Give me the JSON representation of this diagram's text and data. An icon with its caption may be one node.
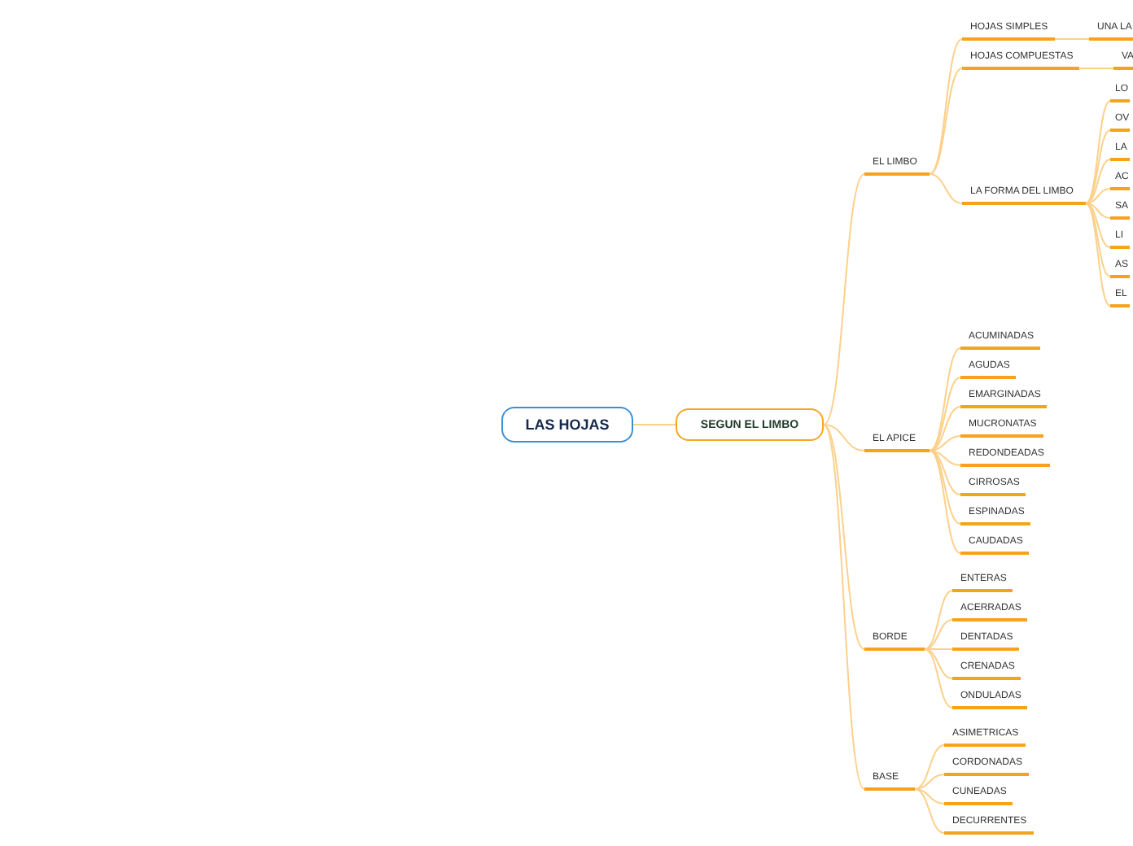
{
  "diagram": {
    "nodes": [
      {
        "text": [
          "LAS HOJAS"
        ]
      },
      {
        "text": [
          "SEGUN EL LIMBO"
        ]
      },
      {
        "text": [
          "EL LIMBO"
        ]
      },
      {
        "text": [
          "HOJAS SIMPLES"
        ]
      },
      {
        "text": [
          "UNA LA"
        ]
      },
      {
        "text": [
          "HOJAS COMPUESTAS"
        ]
      },
      {
        "text": [
          "VA"
        ]
      },
      {
        "text": [
          "LA FORMA DEL LIMBO"
        ]
      },
      {
        "text": [
          "LO"
        ]
      },
      {
        "text": [
          "OV"
        ]
      },
      {
        "text": [
          "LA"
        ]
      },
      {
        "text": [
          "AC"
        ]
      },
      {
        "text": [
          "SA"
        ]
      },
      {
        "text": [
          "LI"
        ]
      },
      {
        "text": [
          "AS"
        ]
      },
      {
        "text": [
          "EL"
        ]
      },
      {
        "text": [
          "EL APICE"
        ]
      },
      {
        "text": [
          "ACUMINADAS"
        ]
      },
      {
        "text": [
          "AGUDAS"
        ]
      },
      {
        "text": [
          "EMARGINADAS"
        ]
      },
      {
        "text": [
          "MUCRONATAS"
        ]
      },
      {
        "text": [
          "REDONDEADAS"
        ]
      },
      {
        "text": [
          "CIRROSAS"
        ]
      },
      {
        "text": [
          "ESPINADAS"
        ]
      },
      {
        "text": [
          "CAUDADAS"
        ]
      },
      {
        "text": [
          "BORDE"
        ]
      },
      {
        "text": [
          "ENTERAS"
        ]
      },
      {
        "text": [
          "ACERRADAS"
        ]
      },
      {
        "text": [
          "DENTADAS"
        ]
      },
      {
        "text": [
          "CRENADAS"
        ]
      },
      {
        "text": [
          "ONDULADAS"
        ]
      },
      {
        "text": [
          "BASE"
        ]
      },
      {
        "text": [
          "ASIMETRICAS"
        ]
      },
      {
        "text": [
          "CORDONADAS"
        ]
      },
      {
        "text": [
          "CUNEADAS"
        ]
      },
      {
        "text": [
          "DECURRENTES"
        ]
      }
    ],
    "edges": [
      {
        "from": 0,
        "to": 1,
        "arrow": "none"
      },
      {
        "from": 1,
        "to": 2,
        "arrow": "none"
      },
      {
        "from": 2,
        "to": 3,
        "arrow": "none"
      },
      {
        "from": 3,
        "to": 4,
        "arrow": "none"
      },
      {
        "from": 2,
        "to": 5,
        "arrow": "none"
      },
      {
        "from": 5,
        "to": 6,
        "arrow": "none"
      },
      {
        "from": 2,
        "to": 7,
        "arrow": "none"
      },
      {
        "from": 7,
        "to": 8,
        "arrow": "none"
      },
      {
        "from": 7,
        "to": 9,
        "arrow": "none"
      },
      {
        "from": 7,
        "to": 10,
        "arrow": "none"
      },
      {
        "from": 7,
        "to": 11,
        "arrow": "none"
      },
      {
        "from": 7,
        "to": 12,
        "arrow": "none"
      },
      {
        "from": 7,
        "to": 13,
        "arrow": "none"
      },
      {
        "from": 7,
        "to": 14,
        "arrow": "none"
      },
      {
        "from": 7,
        "to": 15,
        "arrow": "none"
      },
      {
        "from": 1,
        "to": 16,
        "arrow": "none"
      },
      {
        "from": 16,
        "to": 17,
        "arrow": "none"
      },
      {
        "from": 16,
        "to": 18,
        "arrow": "none"
      },
      {
        "from": 16,
        "to": 19,
        "arrow": "none"
      },
      {
        "from": 16,
        "to": 20,
        "arrow": "none"
      },
      {
        "from": 16,
        "to": 21,
        "arrow": "none"
      },
      {
        "from": 16,
        "to": 22,
        "arrow": "none"
      },
      {
        "from": 16,
        "to": 23,
        "arrow": "none"
      },
      {
        "from": 16,
        "to": 24,
        "arrow": "none"
      },
      {
        "from": 1,
        "to": 25,
        "arrow": "none"
      },
      {
        "from": 25,
        "to": 26,
        "arrow": "none"
      },
      {
        "from": 25,
        "to": 27,
        "arrow": "none"
      },
      {
        "from": 25,
        "to": 28,
        "arrow": "none"
      },
      {
        "from": 25,
        "to": 29,
        "arrow": "none"
      },
      {
        "from": 25,
        "to": 30,
        "arrow": "none"
      },
      {
        "from": 1,
        "to": 31,
        "arrow": "none"
      },
      {
        "from": 31,
        "to": 32,
        "arrow": "none"
      },
      {
        "from": 31,
        "to": 33,
        "arrow": "none"
      },
      {
        "from": 31,
        "to": 34,
        "arrow": "none"
      },
      {
        "from": 31,
        "to": 35,
        "arrow": "none"
      }
    ]
  }
}
